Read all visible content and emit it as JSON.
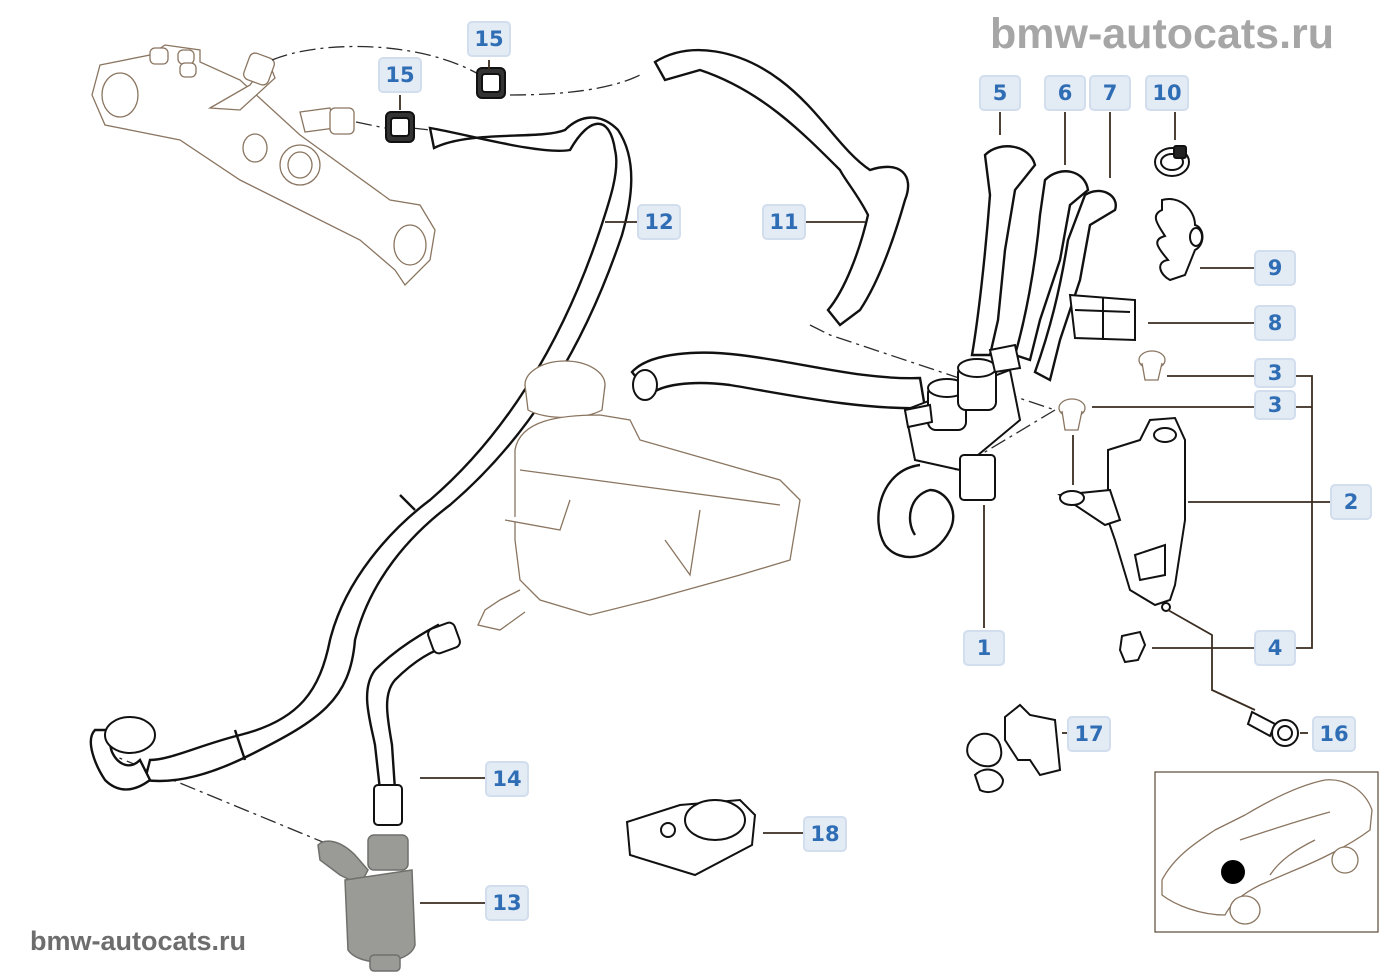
{
  "watermarks": {
    "top": "bmw-autocats.ru",
    "bottom": "bmw-autocats.ru"
  },
  "colors": {
    "callout_text": "#2f6db5",
    "callout_bg": "#e3ebf5",
    "callout_border": "#d2deee",
    "line": "#3a2c20",
    "watermark_top": "#a6a6a6",
    "watermark_bottom": "#6d6d6d"
  },
  "callouts": [
    {
      "id": "c1",
      "number": "1",
      "part": "heater-valve"
    },
    {
      "id": "c2",
      "number": "2",
      "part": "bracket"
    },
    {
      "id": "c3a",
      "number": "3",
      "part": "grommet-upper"
    },
    {
      "id": "c3b",
      "number": "3",
      "part": "grommet-lower"
    },
    {
      "id": "c4",
      "number": "4",
      "part": "clip-nut"
    },
    {
      "id": "c5",
      "number": "5",
      "part": "hose-5"
    },
    {
      "id": "c6",
      "number": "6",
      "part": "hose-6"
    },
    {
      "id": "c7",
      "number": "7",
      "part": "hose-7"
    },
    {
      "id": "c8",
      "number": "8",
      "part": "double-hose-clip"
    },
    {
      "id": "c9",
      "number": "9",
      "part": "triple-hose-holder"
    },
    {
      "id": "c10",
      "number": "10",
      "part": "hose-clamp"
    },
    {
      "id": "c11",
      "number": "11",
      "part": "hose-11"
    },
    {
      "id": "c12",
      "number": "12",
      "part": "hose-12"
    },
    {
      "id": "c13",
      "number": "13",
      "part": "auxiliary-water-pump"
    },
    {
      "id": "c14",
      "number": "14",
      "part": "hose-14"
    },
    {
      "id": "c15a",
      "number": "15",
      "part": "clamp-left"
    },
    {
      "id": "c15b",
      "number": "15",
      "part": "clamp-right"
    },
    {
      "id": "c16",
      "number": "16",
      "part": "bolt"
    },
    {
      "id": "c17",
      "number": "17",
      "part": "hose-holder"
    },
    {
      "id": "c18",
      "number": "18",
      "part": "pump-bracket"
    }
  ],
  "locator": {
    "icon": "car-locator-icon",
    "marker": "location-dot"
  }
}
